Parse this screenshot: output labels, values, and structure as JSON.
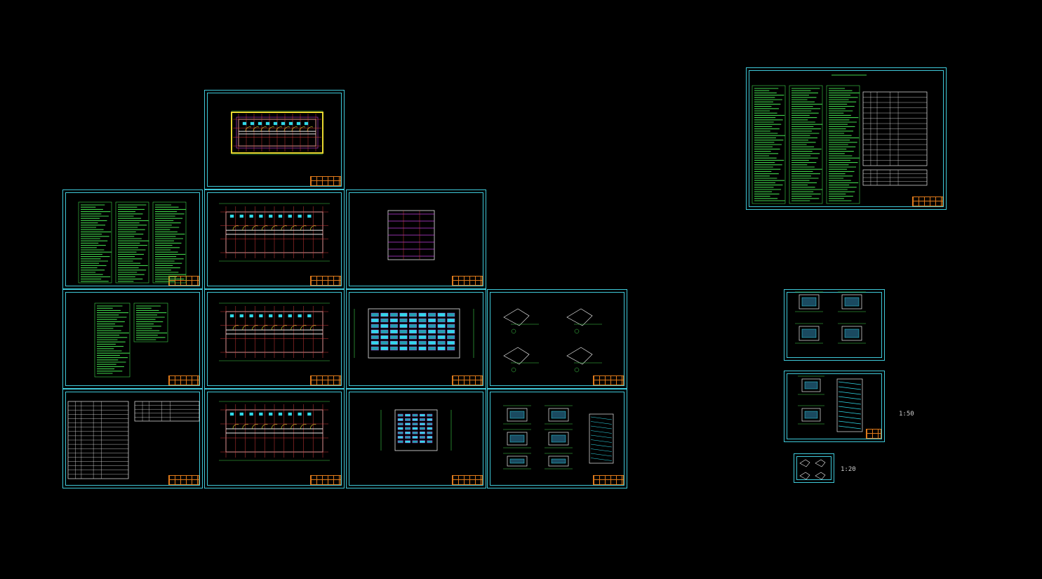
{
  "canvas": {
    "background": "#000000"
  },
  "colors": {
    "frame": "#3fc8d8",
    "titleblock": "#e07a1a",
    "text_green": "#3fd24a",
    "grid_red": "#d23a3a",
    "wall_white": "#e8e8e8",
    "fill_magenta": "#c040e0",
    "fill_cyan": "#30d8e8",
    "axis_yellow": "#e8d830"
  },
  "scale_labels": {
    "s50": "1:50",
    "s20": "1:20"
  },
  "sheets": [
    {
      "id": "roof-plan",
      "kind": "plan"
    },
    {
      "id": "design-notes-1",
      "kind": "notes"
    },
    {
      "id": "floor-plan-1",
      "kind": "plan"
    },
    {
      "id": "section-1",
      "kind": "section"
    },
    {
      "id": "design-notes-2",
      "kind": "notes"
    },
    {
      "id": "floor-plan-2",
      "kind": "plan"
    },
    {
      "id": "elevation-front",
      "kind": "elevation"
    },
    {
      "id": "details-1",
      "kind": "details"
    },
    {
      "id": "door-window-schedule",
      "kind": "schedule"
    },
    {
      "id": "floor-plan-ground",
      "kind": "plan"
    },
    {
      "id": "elevation-side",
      "kind": "elevation"
    },
    {
      "id": "details-2",
      "kind": "details"
    },
    {
      "id": "notes-overview",
      "kind": "notes"
    },
    {
      "id": "stair-details-1",
      "kind": "details"
    },
    {
      "id": "stair-details-2",
      "kind": "details"
    },
    {
      "id": "small-details",
      "kind": "details"
    }
  ]
}
